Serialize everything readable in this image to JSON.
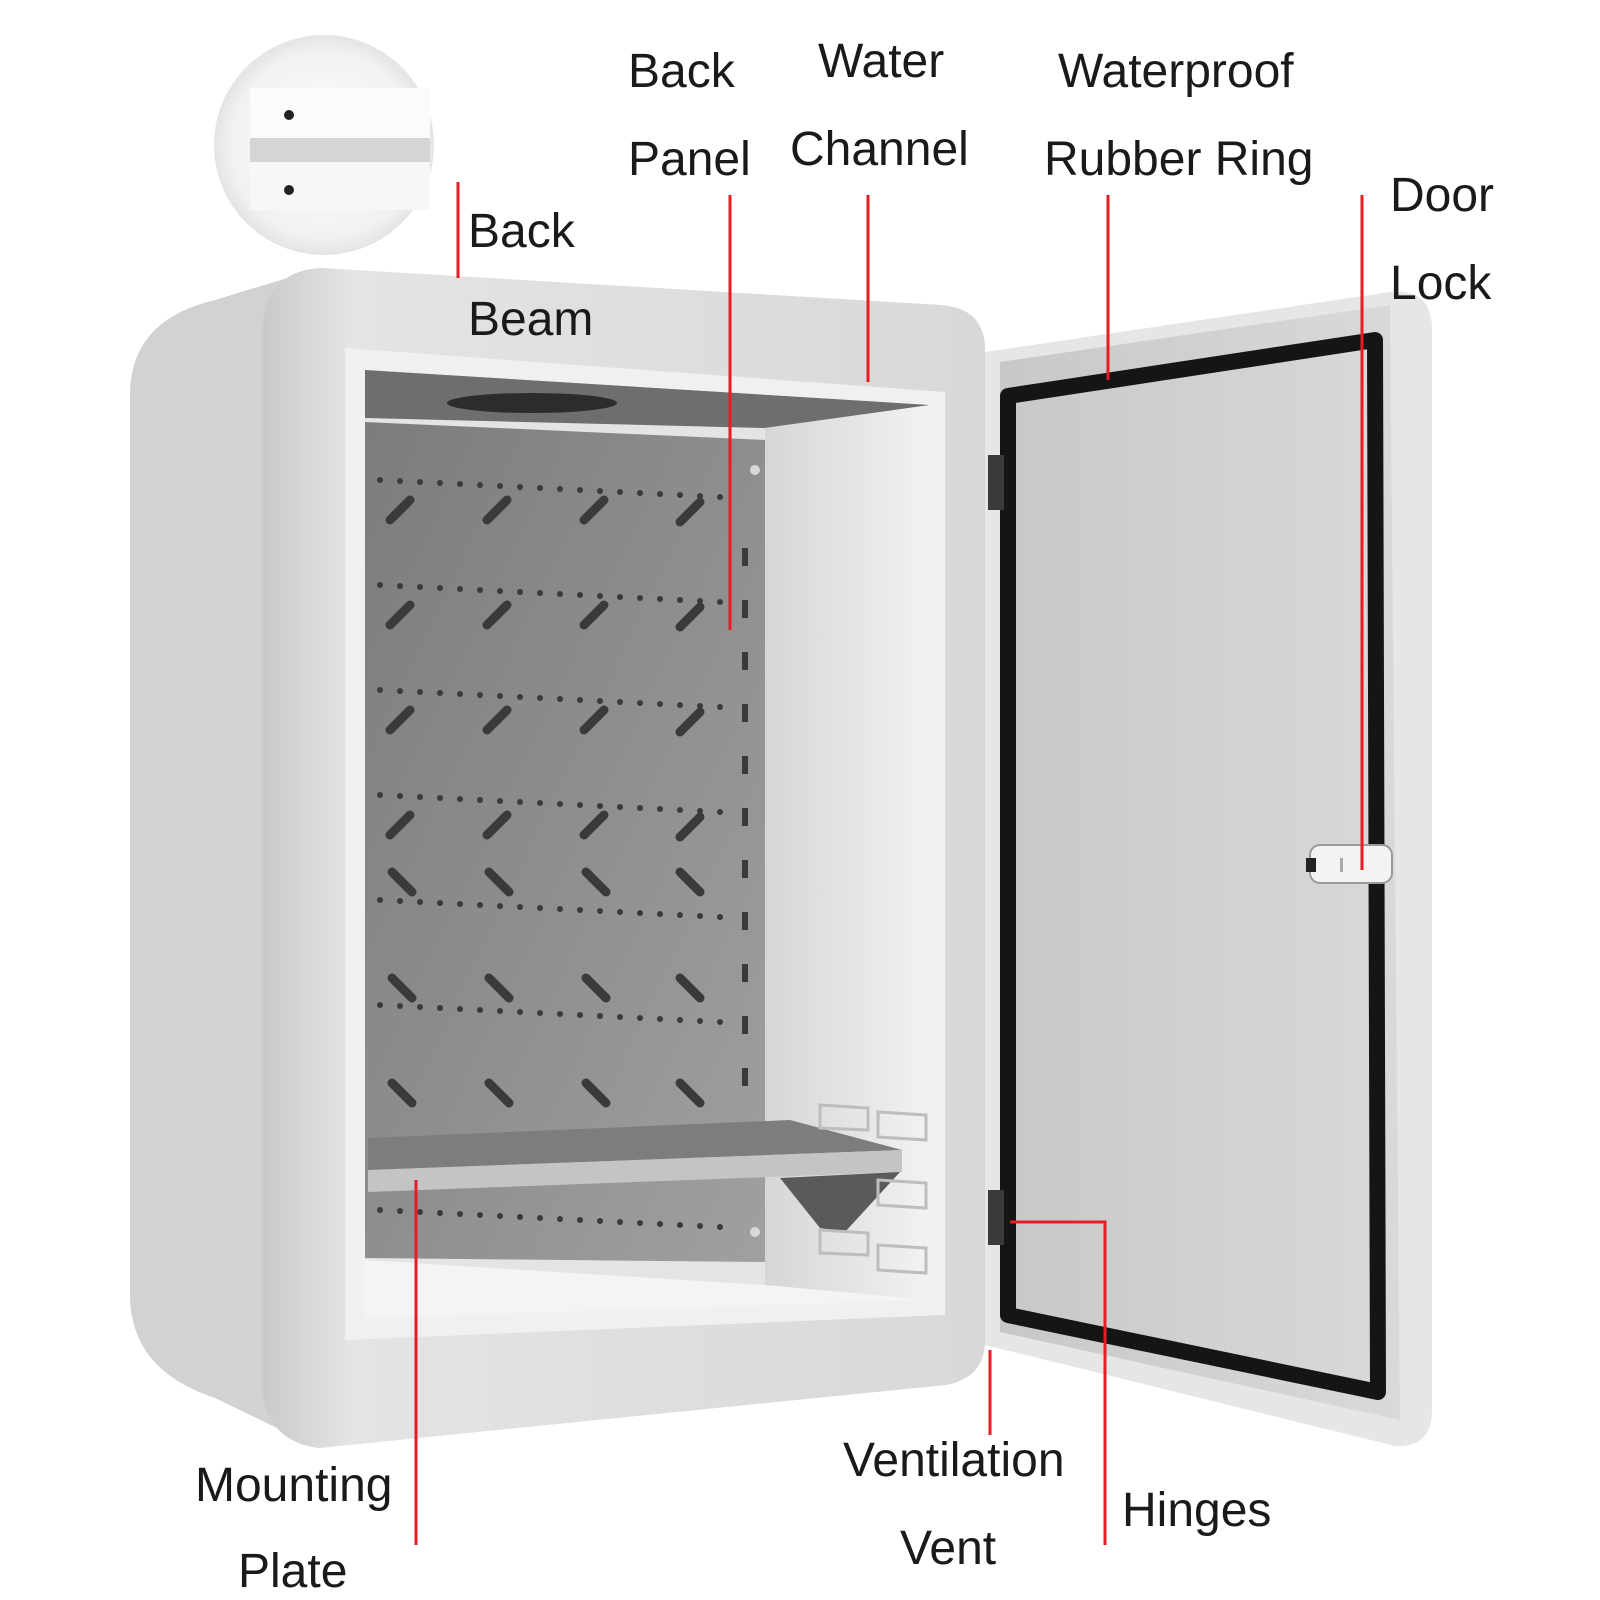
{
  "colors": {
    "leader_line": "#e31e24",
    "cabinet_body": "#dedede",
    "cabinet_interior": "#e9e9e9",
    "back_panel": "#8c8c8c",
    "door_panel": "#cccccc",
    "rubber_seal": "#151515",
    "background": "#ffffff"
  },
  "labels": {
    "back_beam": {
      "line1": "Back",
      "line2": "Beam"
    },
    "back_panel": {
      "line1": "Back",
      "line2": "Panel"
    },
    "water_channel": {
      "line1": "Water",
      "line2": "Channel"
    },
    "waterproof_ring": {
      "line1": "Waterproof",
      "line2": "Rubber Ring"
    },
    "door_lock": {
      "line1": "Door",
      "line2": "Lock"
    },
    "mounting_plate": {
      "line1": "Mounting",
      "line2": "Plate"
    },
    "ventilation": {
      "line1": "Ventilation",
      "line2": "Vent"
    },
    "hinges": {
      "line1": "Hinges"
    }
  }
}
